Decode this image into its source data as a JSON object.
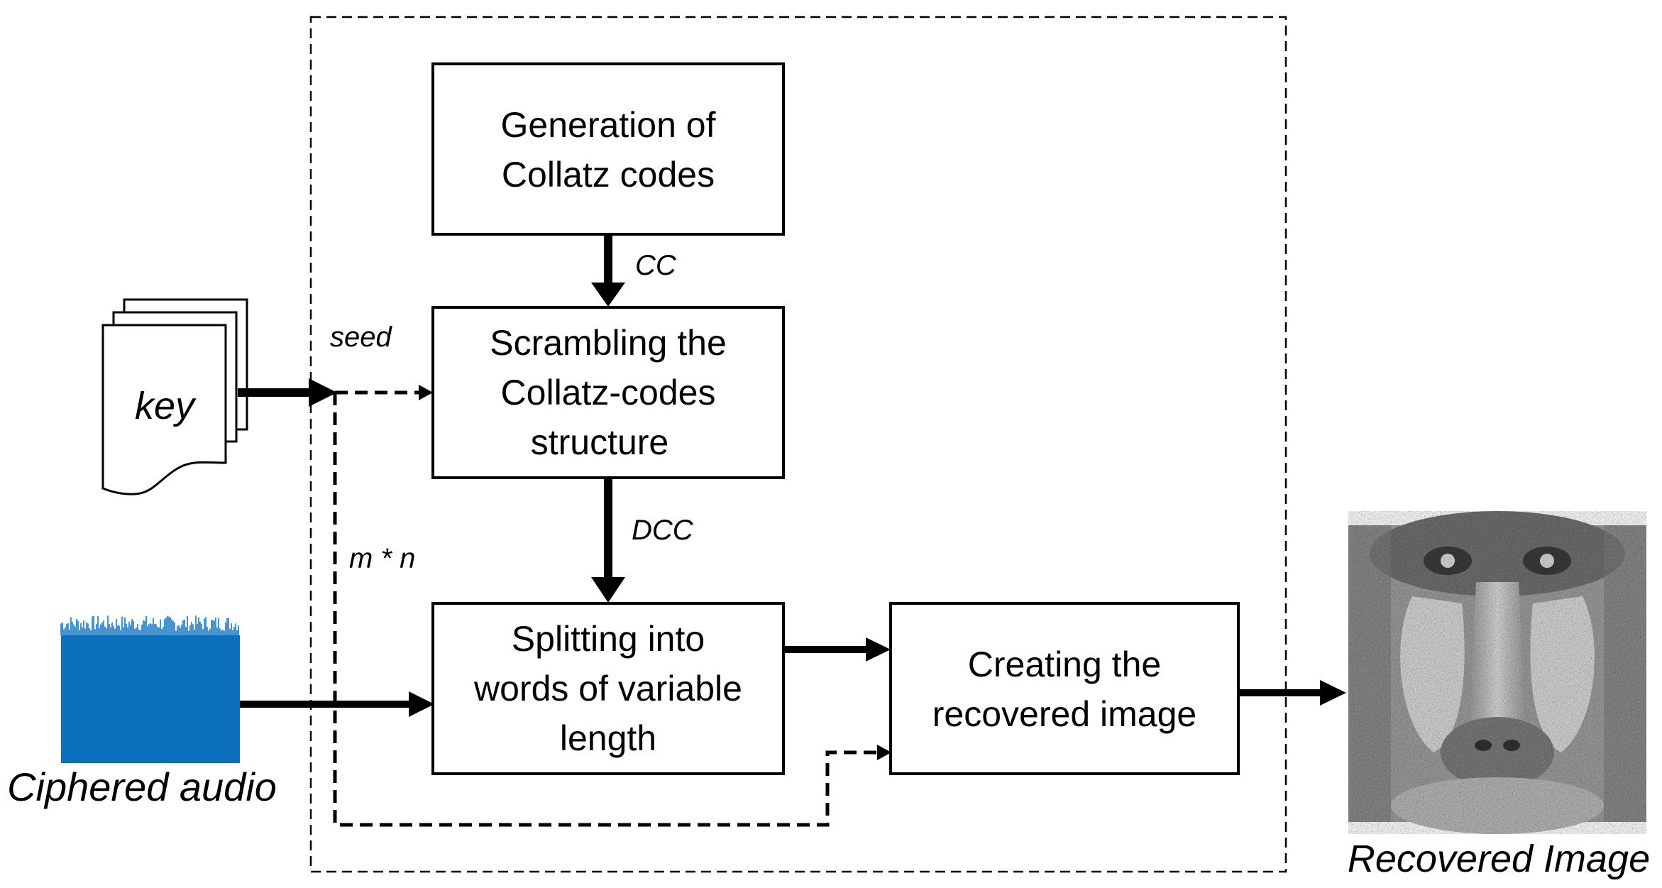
{
  "blocks": {
    "generation": {
      "line1": "Generation of",
      "line2": "Collatz codes"
    },
    "scrambling": {
      "line1": "Scrambling the",
      "line2": "Collatz-codes",
      "line3": "structure"
    },
    "splitting": {
      "line1": "Splitting into",
      "line2": "words of variable",
      "line3": "length"
    },
    "creating": {
      "line1": "Creating the",
      "line2": "recovered image"
    }
  },
  "edge_labels": {
    "cc": "CC",
    "dcc": "DCC",
    "seed": "seed",
    "mn": "m * n"
  },
  "inputs": {
    "key": "key",
    "ciphered_audio": "Ciphered audio"
  },
  "outputs": {
    "recovered_image": "Recovered Image"
  },
  "colors": {
    "audio_waveform": "#0a6fbd",
    "line": "#000000"
  }
}
